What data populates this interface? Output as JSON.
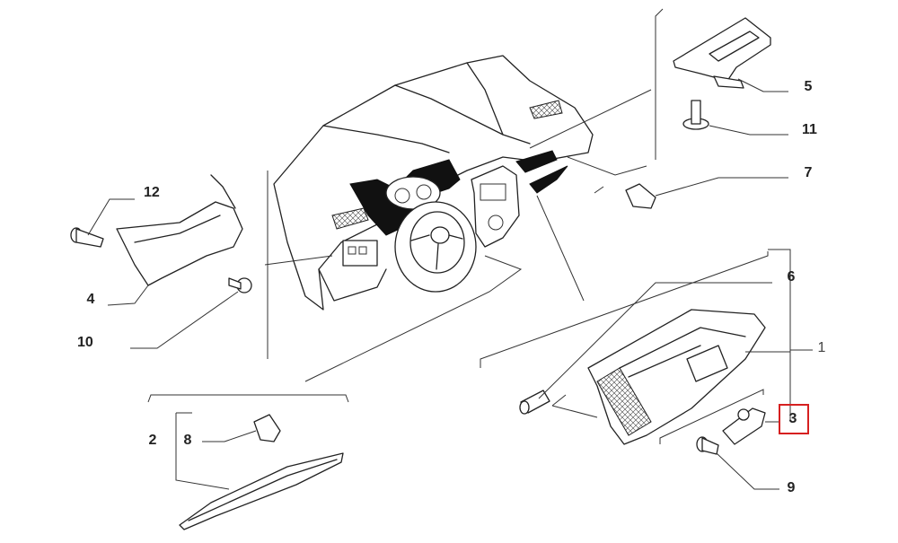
{
  "diagram": {
    "callouts": [
      {
        "id": "12",
        "label": "12"
      },
      {
        "id": "4",
        "label": "4"
      },
      {
        "id": "10",
        "label": "10"
      },
      {
        "id": "2",
        "label": "2"
      },
      {
        "id": "8",
        "label": "8"
      },
      {
        "id": "5",
        "label": "5"
      },
      {
        "id": "11",
        "label": "11"
      },
      {
        "id": "7",
        "label": "7"
      },
      {
        "id": "6",
        "label": "6"
      },
      {
        "id": "1",
        "label": "1"
      },
      {
        "id": "3",
        "label": "3"
      },
      {
        "id": "9",
        "label": "9"
      }
    ],
    "highlighted_callout": "3",
    "highlight_color": "#d62020",
    "line_color": "#222222"
  }
}
